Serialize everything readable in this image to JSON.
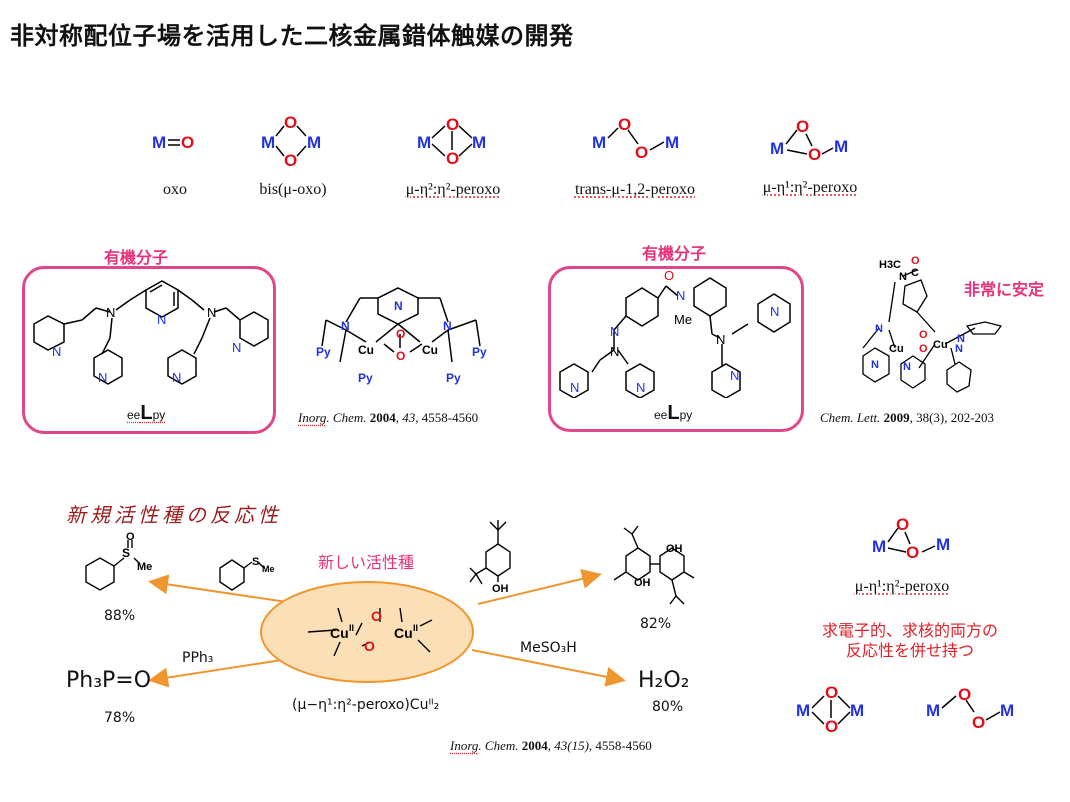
{
  "title": "非対称配位子場を活用した二核金属錯体触媒の開発",
  "modes": [
    {
      "label": "oxo"
    },
    {
      "label": "bis(μ-oxo)"
    },
    {
      "label": "μ-η²:η²-peroxo"
    },
    {
      "label": "trans-μ-1,2-peroxo"
    },
    {
      "label": "μ-η¹:η²-peroxo"
    }
  ],
  "atoms": {
    "metal": "M",
    "oxygen": "O",
    "copper": "Cu",
    "nitrogen": "N",
    "copper_ox": "II",
    "py": "Py"
  },
  "organic_label_1": "有機分子",
  "organic_label_2": "有機分子",
  "ligand_1": {
    "prefix": "ee",
    "core": "L",
    "suffix": "py"
  },
  "ligand_2": {
    "prefix": "ee",
    "core": "L",
    "suffix": "py"
  },
  "ligand_2_me": "Me",
  "complex_me": {
    "h3c": "H3C",
    "c": "C",
    "o": "O"
  },
  "stable_label": "非常に安定",
  "cite_1": {
    "journal": "Inorg",
    "journal_rest": ". Chem.",
    "year": "2004",
    "vol": "43",
    "pages": ", 4558-4560"
  },
  "cite_2": {
    "journal": "Chem. Lett.",
    "year": "2009",
    "rest": ", 38(3), 202-203"
  },
  "cite_3": {
    "journal": "Inorg",
    "journal_rest": ". Chem.",
    "year": "2004",
    "vol": "43(15)",
    "pages": ", 4558-4560"
  },
  "reactivity_title": "新規活性種の反応性",
  "new_species_label": "新しい活性種",
  "center_formula": "(μ−η¹:η²-peroxo)Cuᴵᴵ₂",
  "reactions": {
    "sulfoxide_yield": "88%",
    "phenol_yield": "82%",
    "phosphine_reagent": "PPh₃",
    "phosphine_product": "Ph₃P=O",
    "phosphine_yield": "78%",
    "acid_reagent": "MeSO₃H",
    "acid_product": "H₂O₂",
    "acid_yield": "80%",
    "s_atom": "S",
    "me": "Me",
    "oh": "OH"
  },
  "right_mode_label": "μ-η¹:η²-peroxo",
  "right_desc_1": "求電子的、求核的両方の",
  "right_desc_2": "反応性を併せ持つ"
}
